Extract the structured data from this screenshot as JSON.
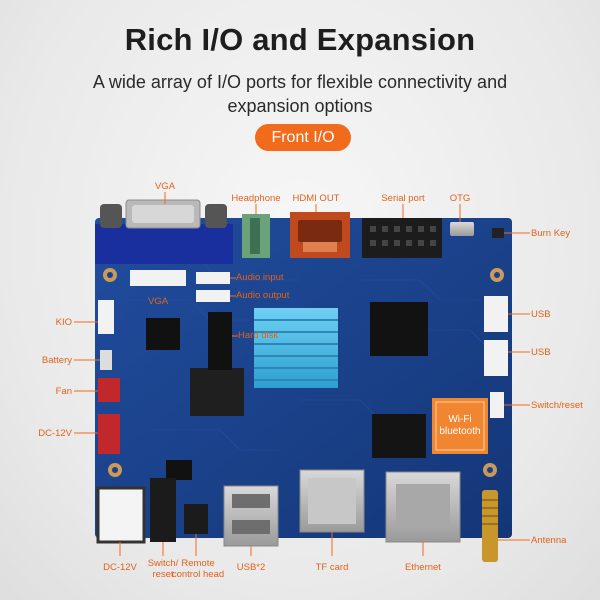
{
  "header": {
    "title": "Rich I/O and Expansion",
    "subtitle": "A wide array of I/O ports for flexible connectivity and expansion options",
    "badge": "Front I/O"
  },
  "labels": {
    "vga_top": "VGA",
    "headphone": "Headphone",
    "hdmi_out": "HDMI OUT",
    "serial_port": "Serial port",
    "otg": "OTG",
    "burn_key": "Burn Key",
    "audio_input": "Audio input",
    "audio_output": "Audio output",
    "vga_inner": "VGA",
    "hard_disk": "Hard disk",
    "kio": "KIO",
    "battery": "Battery",
    "fan": "Fan",
    "dc12v_left": "DC-12V",
    "usb_1": "USB",
    "usb_2": "USB",
    "switch_reset_right": "Switch/reset",
    "antenna": "Antenna",
    "dc12v_bottom": "DC-12V",
    "switch_reset_bottom": "Switch/\nreset",
    "remote_control": "Remote\ncontrol head",
    "usb_x2": "USB*2",
    "tf_card": "TF card",
    "ethernet": "Ethernet",
    "wifi_chip": "Wi-Fi\nbluetooth"
  },
  "colors": {
    "accent": "#f26a1b",
    "board": "#1b3f8c",
    "title": "#1e1e1e"
  }
}
